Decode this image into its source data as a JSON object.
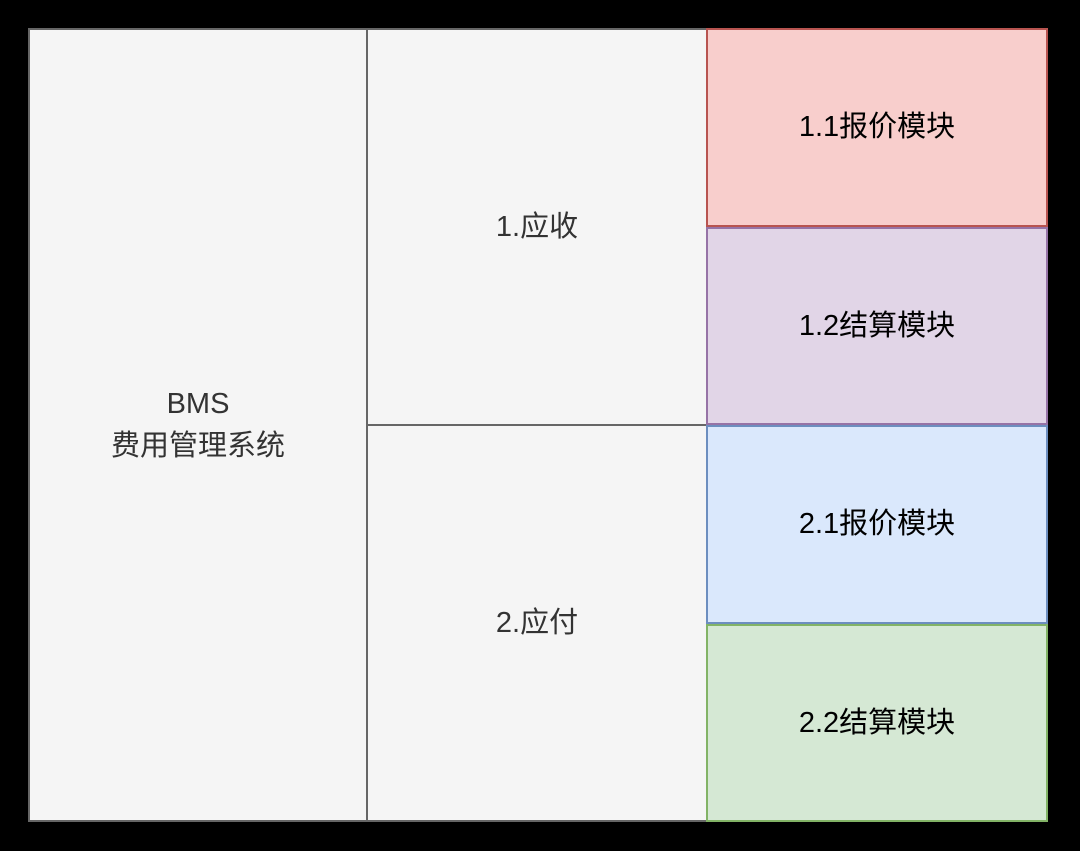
{
  "canvas": {
    "background": "#000000"
  },
  "diagram": {
    "root": {
      "line1": "BMS",
      "line2": "费用管理系统",
      "fill": "#f5f5f5",
      "stroke": "#666666",
      "text_color": "#333333"
    },
    "groups": [
      {
        "label": "1.应收",
        "fill": "#f5f5f5",
        "stroke": "#666666",
        "text_color": "#333333"
      },
      {
        "label": "2.应付",
        "fill": "#f5f5f5",
        "stroke": "#666666",
        "text_color": "#333333"
      }
    ],
    "modules": [
      {
        "label": "1.1报价模块",
        "fill": "#f8cecc",
        "stroke": "#b85450",
        "text_color": "#000000"
      },
      {
        "label": "1.2结算模块",
        "fill": "#e1d5e7",
        "stroke": "#9673a6",
        "text_color": "#000000"
      },
      {
        "label": "2.1报价模块",
        "fill": "#dae8fc",
        "stroke": "#6c8ebf",
        "text_color": "#000000"
      },
      {
        "label": "2.2结算模块",
        "fill": "#d5e8d4",
        "stroke": "#82b366",
        "text_color": "#000000"
      }
    ]
  }
}
